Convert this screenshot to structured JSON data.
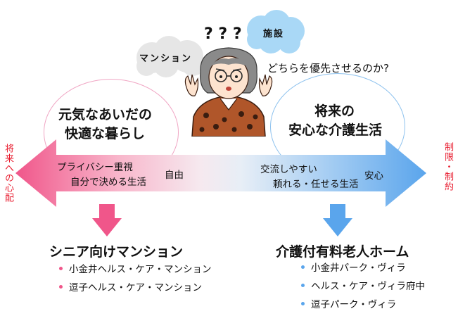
{
  "clouds": {
    "left_label": "マンション",
    "right_label": "施設"
  },
  "question_marks": "? ? ?",
  "question": "どちらを優先させるのか?",
  "bubbles": {
    "left": {
      "line1": "元気なあいだの",
      "line2": "快適な暮らし"
    },
    "right": {
      "line1": "将来の",
      "line2": "安心な介護生活"
    }
  },
  "arrow": {
    "left_line1": "プライバシー重視",
    "left_line2": "自分で決める生活",
    "left_word": "自由",
    "right_line1": "交流しやすい",
    "right_line2": "頼れる・任せる生活",
    "right_word": "安心"
  },
  "side_labels": {
    "left": "将来への心配",
    "right": "制限・制約"
  },
  "options": {
    "left": {
      "title": "シニア向けマンション",
      "items": [
        "小金井ヘルス・ケア・マンション",
        "逗子ヘルス・ケア・マンション"
      ]
    },
    "right": {
      "title": "介護付有料老人ホーム",
      "items": [
        "小金井パーク・ヴィラ",
        "ヘルス・ケア・ヴィラ府中",
        "逗子パーク・ヴィラ"
      ]
    }
  },
  "colors": {
    "pink": "#f0568a",
    "blue": "#5aa5ec",
    "red_text": "#e8192c"
  }
}
